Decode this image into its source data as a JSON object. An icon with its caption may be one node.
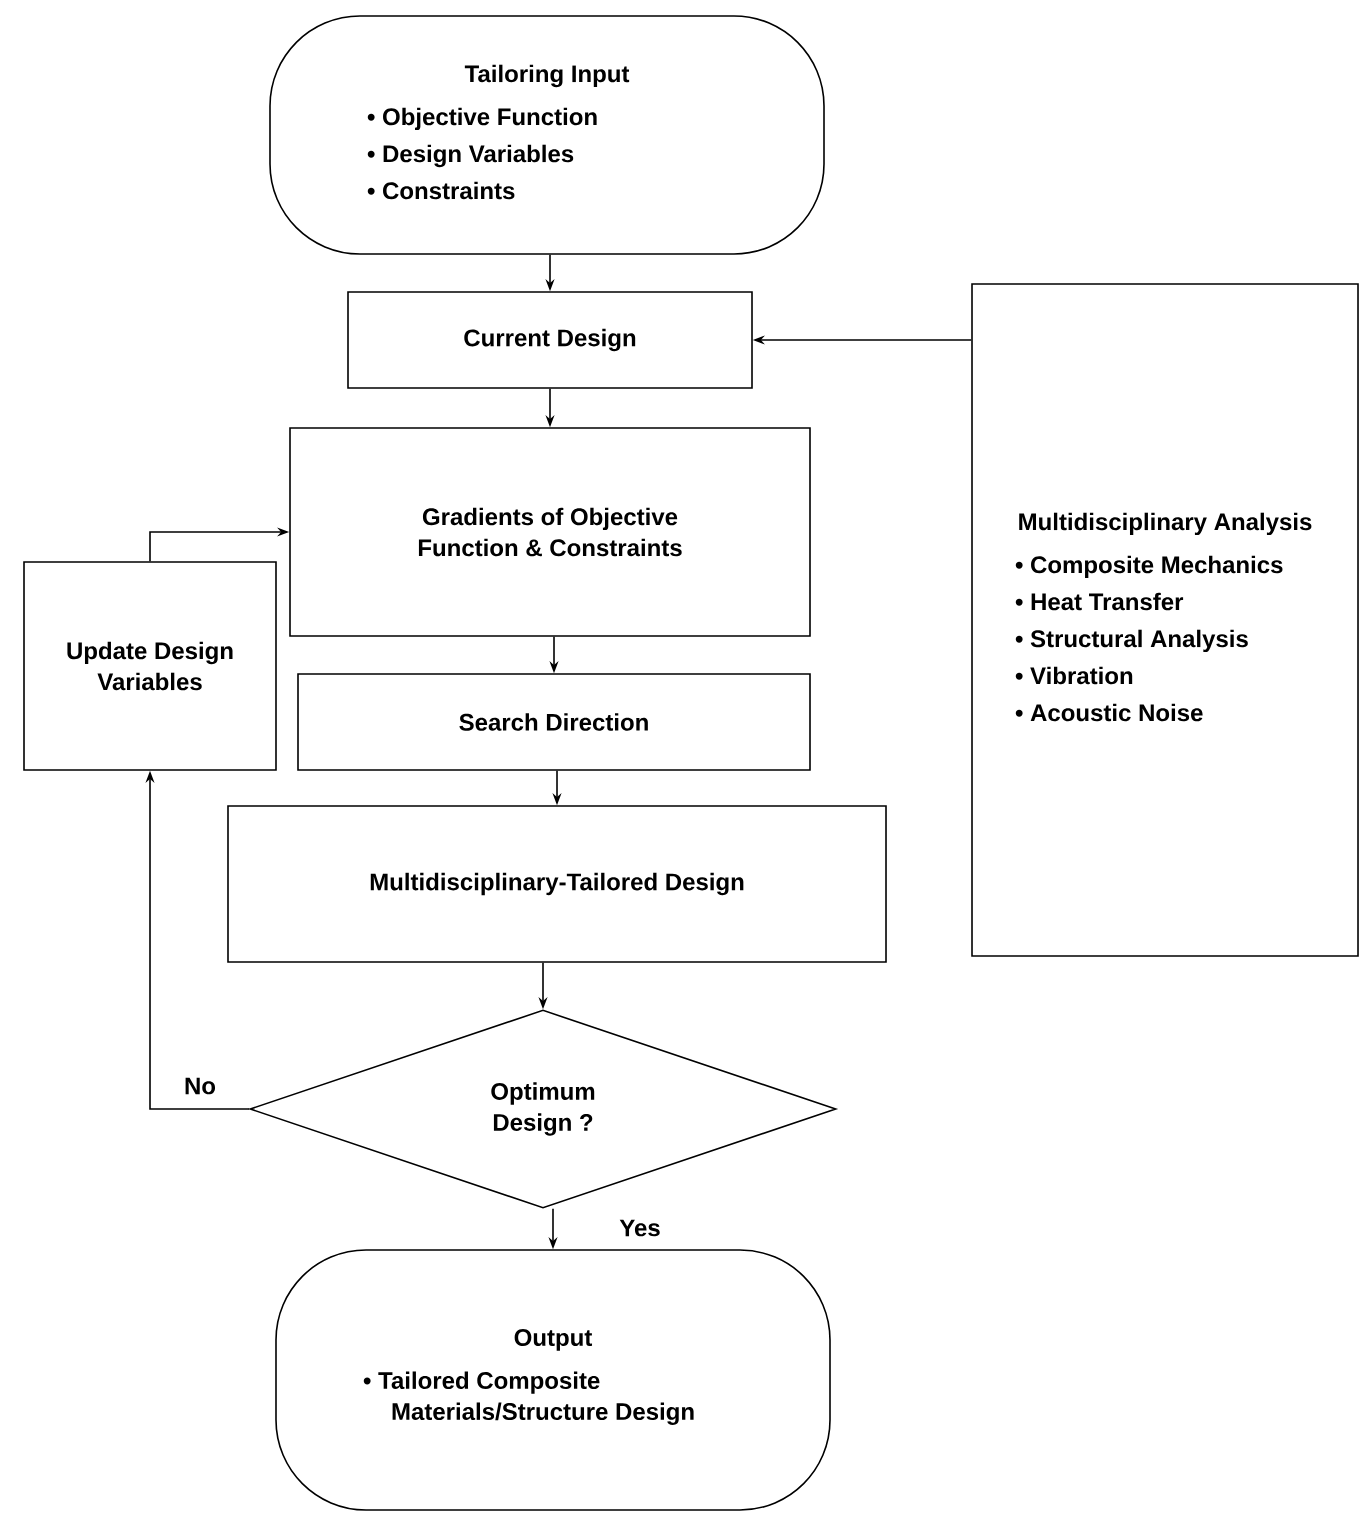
{
  "diagram": {
    "nodes": [
      {
        "text": [
          "Tailoring Input",
          "• Objective Function",
          "• Design Variables",
          "• Constraints"
        ]
      },
      {
        "text": [
          "Current Design"
        ]
      },
      {
        "text": [
          "Multidisciplinary Analysis",
          "• Composite Mechanics",
          "• Heat Transfer",
          "• Structural Analysis",
          "• Vibration",
          "• Acoustic Noise"
        ]
      },
      {
        "text": [
          "Gradients of Objective Function & Constraints"
        ]
      },
      {
        "text": [
          "Update Design Variables"
        ]
      },
      {
        "text": [
          "Search Direction"
        ]
      },
      {
        "text": [
          "Multidisciplinary-Tailored Design"
        ]
      },
      {
        "text": [
          "Optimum Design ?"
        ]
      },
      {
        "text": [
          "Output",
          "• Tailored Composite Materials/Structure Design"
        ]
      }
    ],
    "edges": [
      {
        "from": 0,
        "to": 1,
        "arrow": "to"
      },
      {
        "from": 2,
        "to": 1,
        "arrow": "to"
      },
      {
        "from": 1,
        "to": 3,
        "arrow": "to"
      },
      {
        "from": 3,
        "to": 5,
        "arrow": "to"
      },
      {
        "from": 5,
        "to": 6,
        "arrow": "to"
      },
      {
        "from": 6,
        "to": 7,
        "arrow": "to"
      },
      {
        "from": 7,
        "to": 8,
        "arrow": "to",
        "label": "Yes"
      },
      {
        "from": 7,
        "to": 4,
        "arrow": "to",
        "label": "No"
      },
      {
        "from": 4,
        "to": 3,
        "arrow": "to"
      }
    ]
  }
}
